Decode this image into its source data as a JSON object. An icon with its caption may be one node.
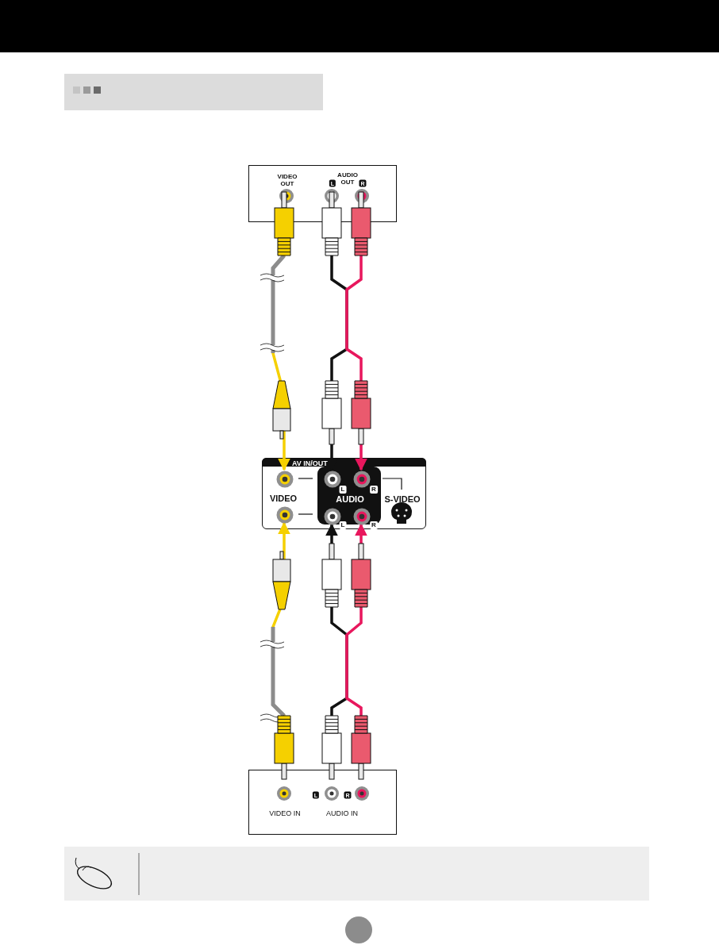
{
  "diagram": {
    "nodes": [
      {
        "text": [
          "VIDEO OUT",
          "AUDIO OUT",
          "L",
          "R"
        ]
      },
      {
        "text": [
          "AV IN/OUT",
          "VIDEO",
          "AUDIO",
          "L",
          "R",
          "L",
          "R",
          "S-VIDEO"
        ]
      },
      {
        "text": [],
        "shape": "circle",
        "in": 1
      },
      {
        "text": [],
        "shape": "circle",
        "in": 1
      },
      {
        "text": [],
        "shape": "circle",
        "in": 1
      },
      {
        "text": [],
        "shape": "circle",
        "in": 1
      },
      {
        "text": [],
        "shape": "circle",
        "in": 1
      },
      {
        "text": [],
        "shape": "circle",
        "in": 1
      },
      {
        "text": [
          "L",
          "R",
          "VIDEO IN",
          "AUDIO IN"
        ]
      }
    ],
    "edges": [
      {
        "from": 0,
        "to": 2,
        "arrow": "to",
        "color": "#f5d000"
      },
      {
        "from": 0,
        "to": 3,
        "arrow": "to",
        "color": "#111111"
      },
      {
        "from": 0,
        "to": 4,
        "arrow": "to",
        "color": "#e8175d"
      },
      {
        "from": 8,
        "to": 5,
        "arrow": "to",
        "color": "#f5d000"
      },
      {
        "from": 8,
        "to": 6,
        "arrow": "to",
        "color": "#111111"
      },
      {
        "from": 8,
        "to": 7,
        "arrow": "to",
        "color": "#e8175d"
      }
    ]
  }
}
